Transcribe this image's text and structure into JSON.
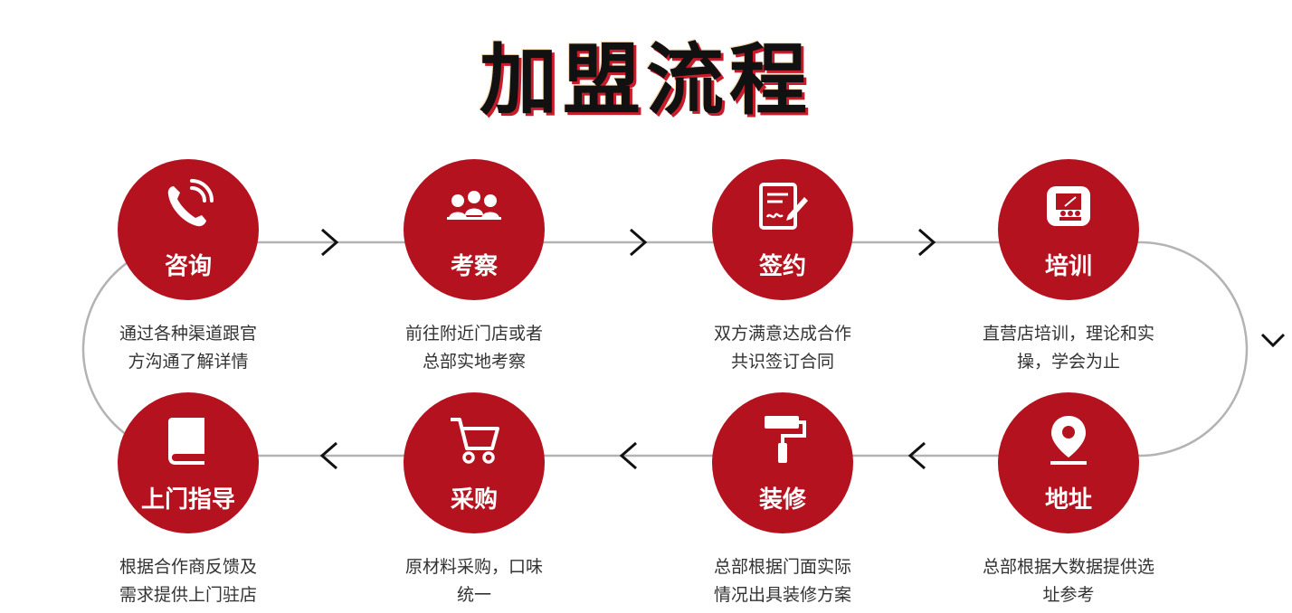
{
  "title": "加盟流程",
  "steps": [
    {
      "label": "咨询",
      "icon": "phone-icon",
      "desc": [
        "通过各种渠道跟官",
        "方沟通了解详情"
      ]
    },
    {
      "label": "考察",
      "icon": "meeting-icon",
      "desc": [
        "前往附近门店或者",
        "总部实地考察"
      ]
    },
    {
      "label": "签约",
      "icon": "sign-document-icon",
      "desc": [
        "双方满意达成合作",
        "共识签订合同"
      ]
    },
    {
      "label": "培训",
      "icon": "presentation-icon",
      "desc": [
        "直营店培训，理论和实",
        "操，学会为止"
      ]
    },
    {
      "label": "地址",
      "icon": "location-pin-icon",
      "desc": [
        "总部根据大数据提供选",
        "址参考"
      ]
    },
    {
      "label": "装修",
      "icon": "paint-roller-icon",
      "desc": [
        "总部根据门面实际",
        "情况出具装修方案"
      ]
    },
    {
      "label": "采购",
      "icon": "shopping-cart-icon",
      "desc": [
        "原材料采购，口味",
        "统一"
      ]
    },
    {
      "label": "上门指导",
      "icon": "book-icon",
      "desc": [
        "根据合作商反馈及",
        "需求提供上门驻店"
      ]
    }
  ],
  "colors": {
    "accent": "#b5121f",
    "line": "#b3b3b3",
    "text": "#333333"
  }
}
